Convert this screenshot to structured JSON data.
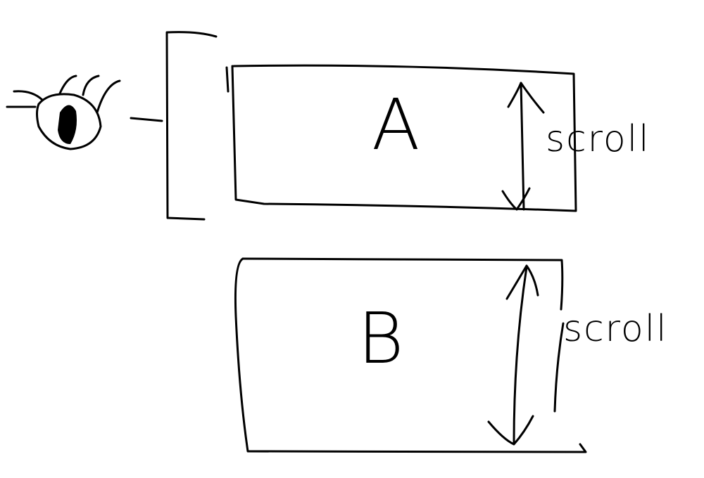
{
  "panels": [
    {
      "label": "A",
      "scroll_label": "scroll"
    },
    {
      "label": "B",
      "scroll_label": "scroll"
    }
  ],
  "colors": {
    "ink": "#000000",
    "background": "#ffffff"
  }
}
